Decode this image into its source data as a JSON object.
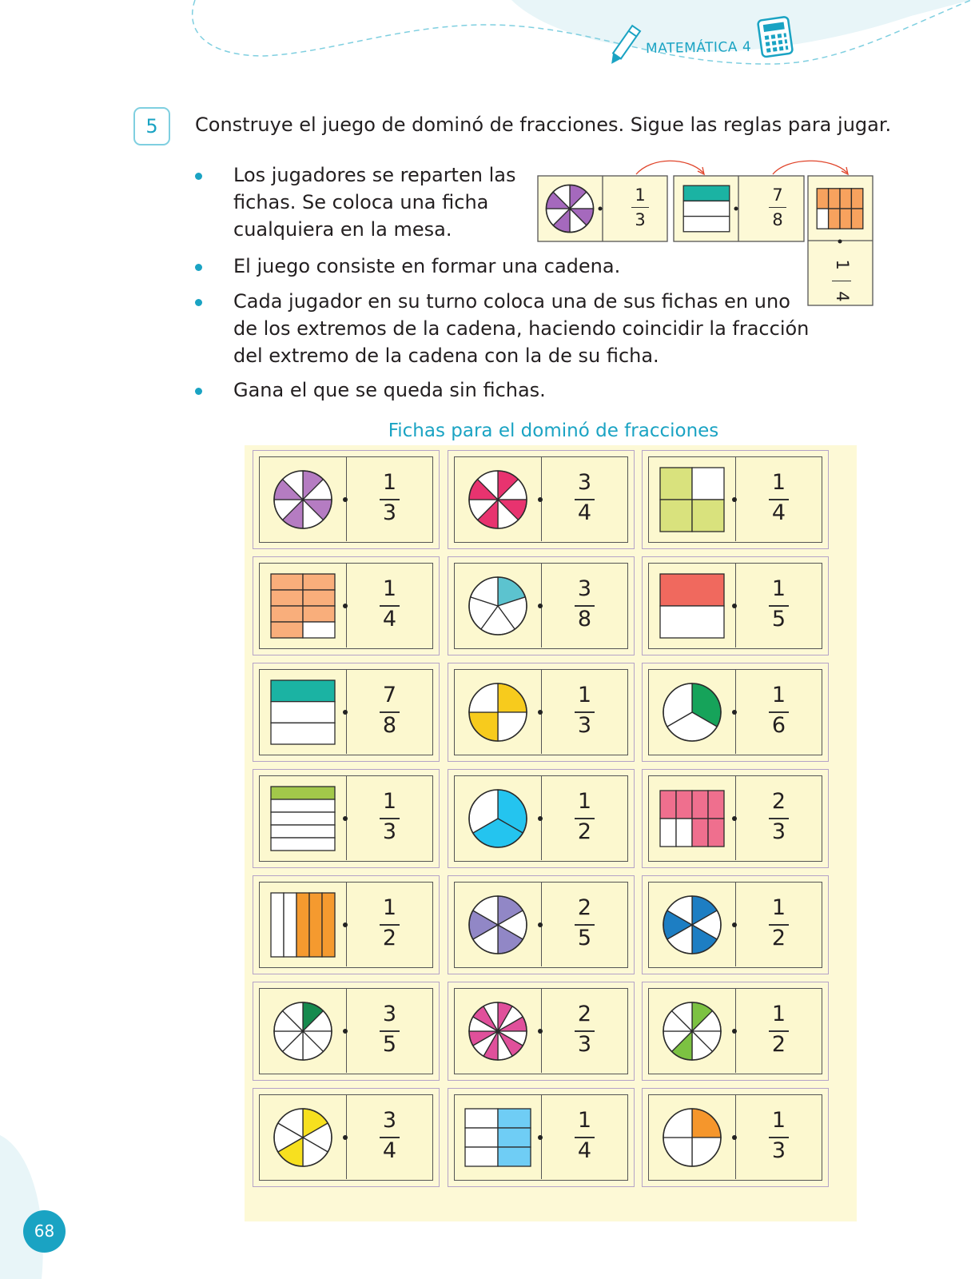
{
  "header": {
    "title": "MATEMÁTICA 4",
    "icons": [
      "pencil-icon",
      "calculator-icon"
    ],
    "accent_color": "#1aa3c3"
  },
  "exercise": {
    "number": "5",
    "instruction": {
      "verb1": "Construye",
      "text1": " el juego de dominó de fracciones. ",
      "verb2": "Sigue",
      "text2": " las reglas para jugar."
    },
    "rules": [
      [
        "Los jugadores se reparten las",
        "fichas. Se coloca una ficha",
        "cualquiera en la mesa."
      ],
      [
        "El juego consiste en formar una cadena."
      ],
      [
        "Cada jugador en su turno coloca una de sus fichas en uno",
        "de los extremos de la cadena, haciendo coincidir la fracción",
        "del extremo de la cadena con la de su ficha."
      ],
      [
        "Gana el que se queda sin fichas."
      ]
    ]
  },
  "example_chain": [
    {
      "figure": "circle",
      "parts": 8,
      "shaded": [
        0,
        2,
        4,
        6
      ],
      "color": "#a569bd",
      "num": "1",
      "den": "3"
    },
    {
      "figure": "rect-rows",
      "parts": 3,
      "shaded": [
        0
      ],
      "color": "#1bb3a3",
      "num": "7",
      "den": "8"
    },
    {
      "figure": "rect-grid",
      "cols": 4,
      "rows": 2,
      "shaded": [
        0,
        1,
        2,
        3,
        5,
        6,
        7
      ],
      "color": "#f7a25e",
      "num": "1",
      "den": "4"
    }
  ],
  "set_title": "Fichas para el dominó de fracciones",
  "tiles": [
    {
      "figure": "circle",
      "parts": 8,
      "shaded": [
        0,
        2,
        4,
        6
      ],
      "color": "#b57cc2",
      "num": "1",
      "den": "3"
    },
    {
      "figure": "circle",
      "parts": 8,
      "shaded": [
        0,
        2,
        4,
        6
      ],
      "color": "#e8336f",
      "num": "3",
      "den": "4"
    },
    {
      "figure": "rect-grid",
      "cols": 2,
      "rows": 2,
      "shaded": [
        0,
        2,
        3
      ],
      "color": "#d9e27d",
      "num": "1",
      "den": "4"
    },
    {
      "figure": "rect-grid",
      "cols": 2,
      "rows": 4,
      "shaded": [
        0,
        1,
        2,
        3,
        4,
        5,
        6
      ],
      "color": "#f9ae7b",
      "num": "1",
      "den": "4"
    },
    {
      "figure": "circle",
      "parts": 5,
      "shaded": [
        0
      ],
      "color": "#5cc3cf",
      "num": "3",
      "den": "8"
    },
    {
      "figure": "rect-rows",
      "parts": 2,
      "shaded": [
        0
      ],
      "color": "#f0695e",
      "num": "1",
      "den": "5"
    },
    {
      "figure": "rect-rows",
      "parts": 3,
      "shaded": [
        0
      ],
      "color": "#1bb3a3",
      "num": "7",
      "den": "8"
    },
    {
      "figure": "circle",
      "parts": 4,
      "shaded": [
        0,
        2
      ],
      "color": "#f7cb1d",
      "num": "1",
      "den": "3"
    },
    {
      "figure": "circle",
      "parts": 3,
      "shaded": [
        0
      ],
      "color": "#16a35a",
      "num": "1",
      "den": "6"
    },
    {
      "figure": "rect-rows",
      "parts": 5,
      "shaded": [
        0
      ],
      "color": "#a2c84a",
      "num": "1",
      "den": "3"
    },
    {
      "figure": "circle",
      "parts": 3,
      "shaded": [
        0,
        1
      ],
      "color": "#24c4ef",
      "num": "1",
      "den": "2"
    },
    {
      "figure": "rect-grid",
      "cols": 4,
      "rows": 2,
      "shaded": [
        0,
        1,
        2,
        3,
        6,
        7
      ],
      "color": "#ef6f8e",
      "num": "2",
      "den": "3"
    },
    {
      "figure": "rect-cols",
      "parts": 5,
      "shaded": [
        2,
        3,
        4
      ],
      "color": "#f59a2f",
      "num": "1",
      "den": "2"
    },
    {
      "figure": "circle",
      "parts": 6,
      "shaded": [
        0,
        2,
        4
      ],
      "color": "#9187c6",
      "num": "2",
      "den": "5"
    },
    {
      "figure": "circle",
      "parts": 6,
      "shaded": [
        0,
        2,
        4
      ],
      "color": "#1d7ec3",
      "num": "1",
      "den": "2"
    },
    {
      "figure": "circle",
      "parts": 8,
      "shaded": [
        0
      ],
      "color": "#168a4e",
      "num": "3",
      "den": "5"
    },
    {
      "figure": "circle",
      "parts": 12,
      "shaded": [
        0,
        2,
        4,
        6,
        8,
        10
      ],
      "color": "#e0509b",
      "num": "2",
      "den": "3"
    },
    {
      "figure": "circle",
      "parts": 8,
      "shaded": [
        0,
        4
      ],
      "color": "#7cc242",
      "num": "1",
      "den": "2"
    },
    {
      "figure": "circle",
      "parts": 6,
      "shaded": [
        0,
        3
      ],
      "color": "#f7e01f",
      "num": "3",
      "den": "4"
    },
    {
      "figure": "rect-grid",
      "cols": 2,
      "rows": 3,
      "shaded": [
        1,
        3,
        5
      ],
      "color": "#6fcdf5",
      "num": "1",
      "den": "4"
    },
    {
      "figure": "circle",
      "parts": 4,
      "shaded": [
        0
      ],
      "color": "#f5962c",
      "num": "1",
      "den": "3"
    }
  ],
  "page_number": "68"
}
